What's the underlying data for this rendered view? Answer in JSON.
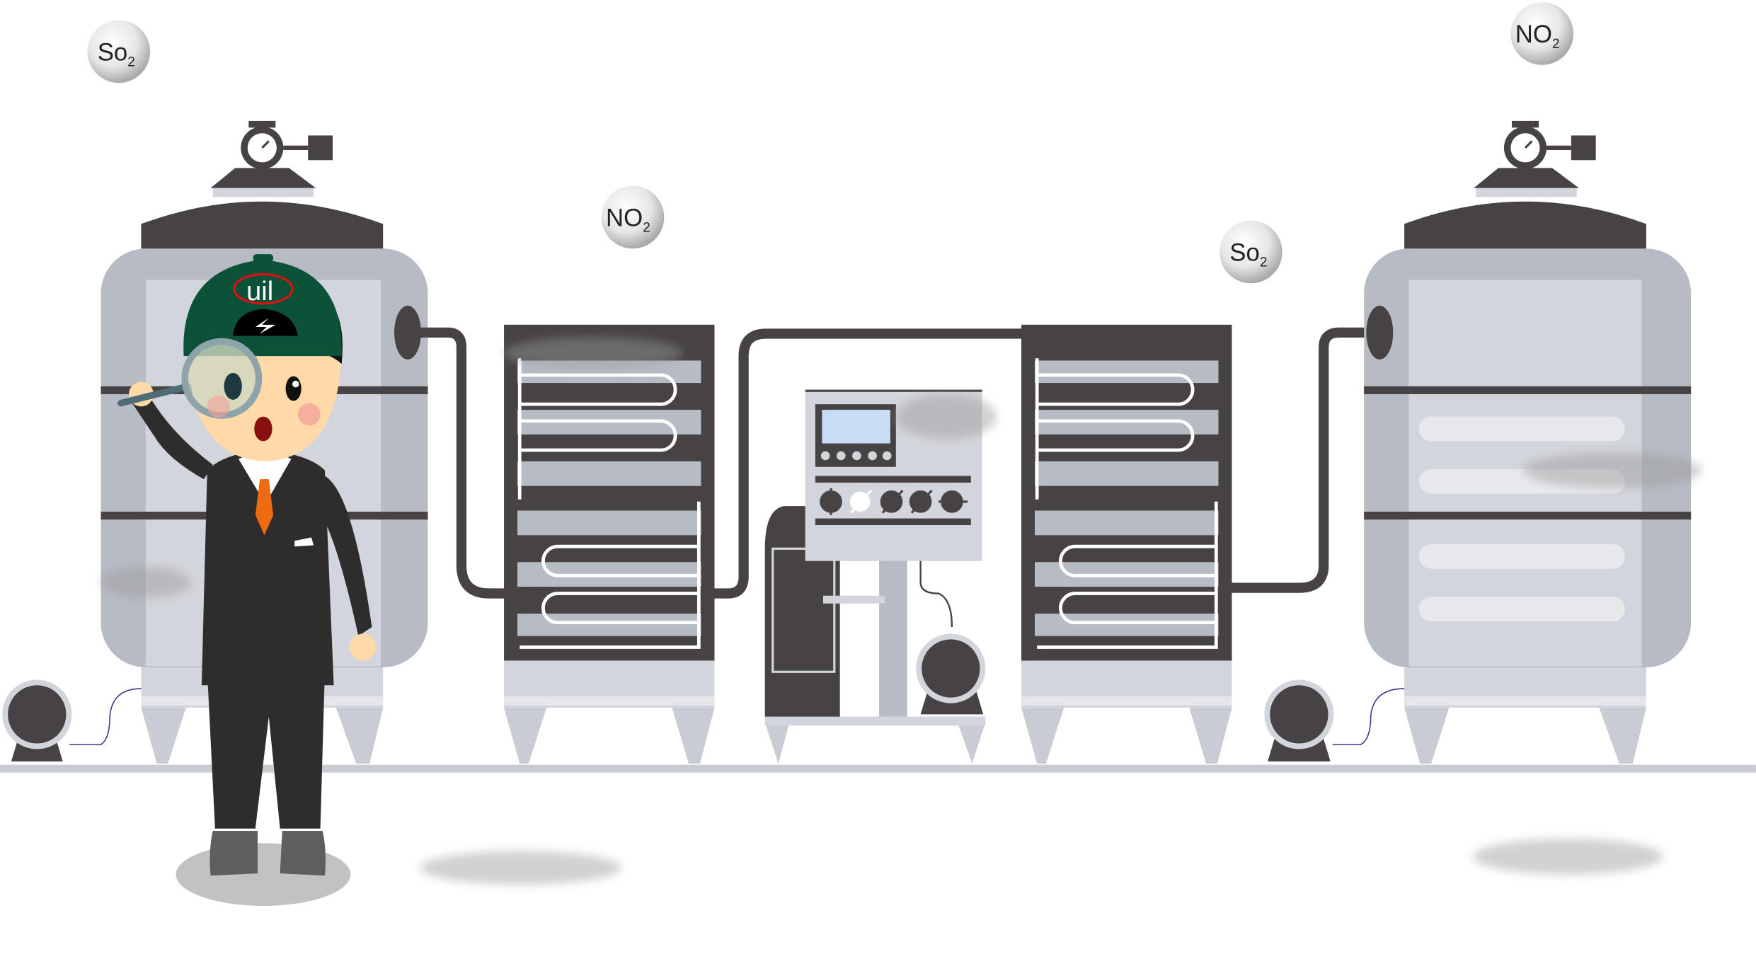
{
  "scene": {
    "bubbles": [
      {
        "formula": "So",
        "subscript": "2"
      },
      {
        "formula": "NO",
        "subscript": "2"
      },
      {
        "formula": "So",
        "subscript": "2"
      },
      {
        "formula": "NO",
        "subscript": "2"
      }
    ],
    "cap_logo": "uil"
  },
  "colors": {
    "machine_dark": "#474344",
    "machine_light": "#d3d5dc",
    "tank_body": "#b7bbc4",
    "cap_green": "#0b5238",
    "tie_orange": "#f06a12",
    "screen_blue": "#c9dcf5"
  }
}
